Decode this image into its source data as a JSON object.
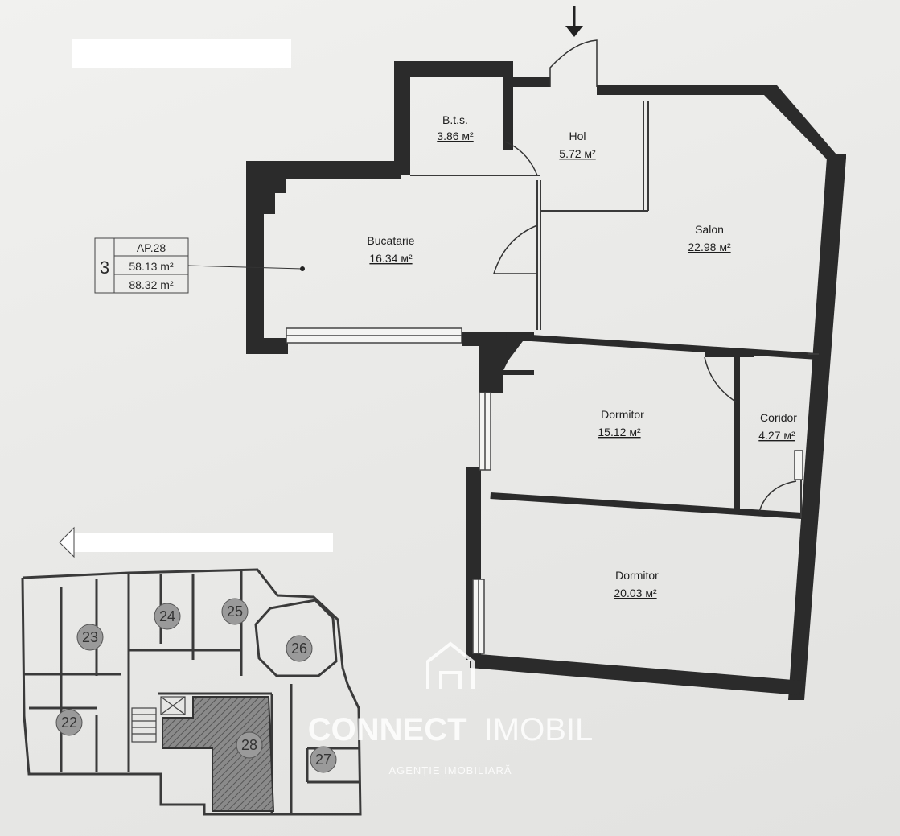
{
  "rooms": [
    {
      "name": "B.t.s.",
      "area": "3.86 м²"
    },
    {
      "name": "Hol",
      "area": "5.72 м²"
    },
    {
      "name": "Salon",
      "area": "22.98 м²"
    },
    {
      "name": "Bucatarie",
      "area": "16.34 м²"
    },
    {
      "name": "Dormitor",
      "area": "15.12 м²"
    },
    {
      "name": "Coridor",
      "area": "4.27 м²"
    },
    {
      "name": "Dormitor",
      "area": "20.03 м²"
    }
  ],
  "apartment_box": {
    "floor": "3",
    "apartment": "AP.28",
    "living_area": "58.13 m²",
    "total_area": "88.32 m²"
  },
  "mini_plan": {
    "units": [
      "23",
      "24",
      "25",
      "26",
      "22",
      "28",
      "27"
    ]
  },
  "watermark": {
    "brand_part1": "CONNECT",
    "brand_part2": "IMOBIL",
    "tagline": "AGENȚIE IMOBILIARĂ"
  },
  "colors": {
    "wall": "#2b2b2b",
    "highlight_hatch": "#6a6a6a",
    "redaction": "#ffffff"
  }
}
